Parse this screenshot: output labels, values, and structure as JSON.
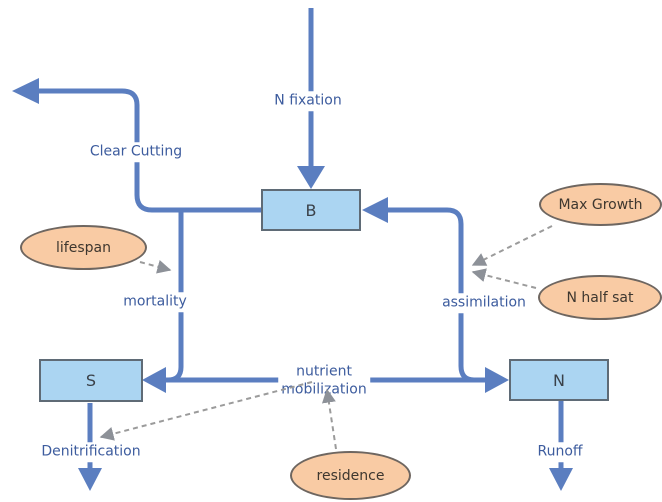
{
  "stocks": {
    "b": "B",
    "s": "S",
    "n": "N"
  },
  "flows": {
    "n_fixation": "N fixation",
    "clear_cutting": "Clear Cutting",
    "mortality": "mortality",
    "assimilation": "assimilation",
    "nutrient_mobilization_line1": "nutrient",
    "nutrient_mobilization_line2": "mobilization",
    "denitrification": "Denitrification",
    "runoff": "Runoff"
  },
  "parameters": {
    "lifespan": "lifespan",
    "max_growth": "Max Growth",
    "n_half_sat": "N half sat",
    "residence": "residence"
  },
  "colors": {
    "bg": "#ffffff",
    "flow_blue": "#5b7ec0",
    "label_blue": "#3d5c9e",
    "box_fill": "#abd5f2",
    "box_border": "#5f6b76",
    "box_text": "#3a4149",
    "ellipse_fill": "#f9cba4",
    "ellipse_border": "#6e6660",
    "ellipse_text": "#3e372f",
    "connector_gray": "#9b9b9b",
    "connector_head": "#8d9198"
  }
}
